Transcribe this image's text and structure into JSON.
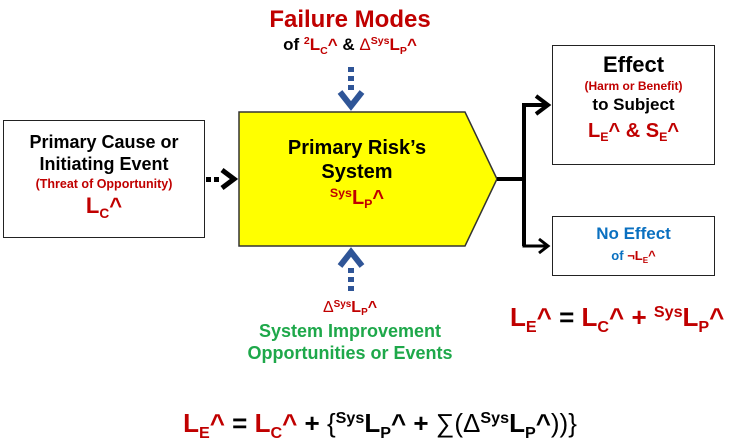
{
  "failure_modes": {
    "title": "Failure Modes",
    "of": "of",
    "sup2": "2",
    "L": "L",
    "subC": "C",
    "caret": "^",
    "amp": "&",
    "delta": "Δ",
    "sys": "Sys",
    "subP": "P"
  },
  "primary_cause": {
    "line1": "Primary Cause or",
    "line2": "Initiating Event",
    "line3": "(Threat of Opportunity)",
    "L": "L",
    "subC": "C",
    "caret": "^"
  },
  "primary_system": {
    "line1": "Primary Risk’s",
    "line2": "System",
    "sys": "Sys",
    "L": "L",
    "subP": "P",
    "caret": "^"
  },
  "effect": {
    "title": "Effect",
    "sub": "(Harm or Benefit)",
    "line3": "to Subject",
    "L": "L",
    "subE": "E",
    "caret": "^",
    "amp": "&",
    "S": "S"
  },
  "no_effect": {
    "title": "No Effect",
    "of": "of",
    "neg": "¬",
    "L": "L",
    "subE": "E",
    "caret": "^"
  },
  "improvements": {
    "delta": "Δ",
    "sys": "Sys",
    "L": "L",
    "subP": "P",
    "caret": "^",
    "line1": "System Improvement",
    "line2": "Opportunities or Events"
  },
  "formula_right": {
    "L": "L",
    "subE": "E",
    "subC": "C",
    "subP": "P",
    "caret": "^",
    "eq": "=",
    "plus": "+",
    "sys": "Sys"
  },
  "formula_bottom": {
    "L": "L",
    "subE": "E",
    "subC": "C",
    "subP": "P",
    "caret": "^",
    "eq": "=",
    "plus": "+",
    "lbrace": "{",
    "rbrace": "}",
    "sys": "Sys",
    "sum": "∑",
    "lparen": "(",
    "rparen": "))",
    "delta": "Δ"
  },
  "colors": {
    "red": "#c00000",
    "green": "#1ea84a",
    "blue": "#0a70c0",
    "arrow_blue": "#2f5597",
    "yellow": "#ffff00"
  }
}
